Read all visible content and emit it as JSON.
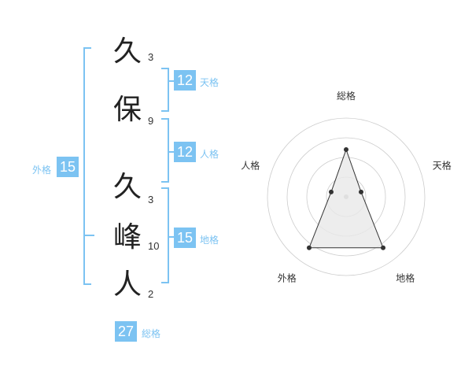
{
  "name_chars": [
    {
      "char": "久",
      "strokes": "3"
    },
    {
      "char": "保",
      "strokes": "9"
    },
    {
      "char": "久",
      "strokes": "3"
    },
    {
      "char": "峰",
      "strokes": "10"
    },
    {
      "char": "人",
      "strokes": "2"
    }
  ],
  "kaku": {
    "tenkaku": {
      "value": "12",
      "label": "天格"
    },
    "jinkaku": {
      "value": "12",
      "label": "人格"
    },
    "chikaku": {
      "value": "15",
      "label": "地格"
    },
    "gaikaku": {
      "value": "15",
      "label": "外格"
    },
    "soukaku": {
      "value": "27",
      "label": "総格"
    }
  },
  "chart_data": {
    "type": "radar",
    "axes": [
      "総格",
      "天格",
      "地格",
      "外格",
      "人格"
    ],
    "values": [
      3,
      1,
      4,
      4,
      1
    ],
    "max": 5,
    "rings": 4,
    "colors": {
      "fill": "#e8e8e8",
      "line": "#333333",
      "point": "#333333",
      "grid": "#cccccc"
    }
  }
}
